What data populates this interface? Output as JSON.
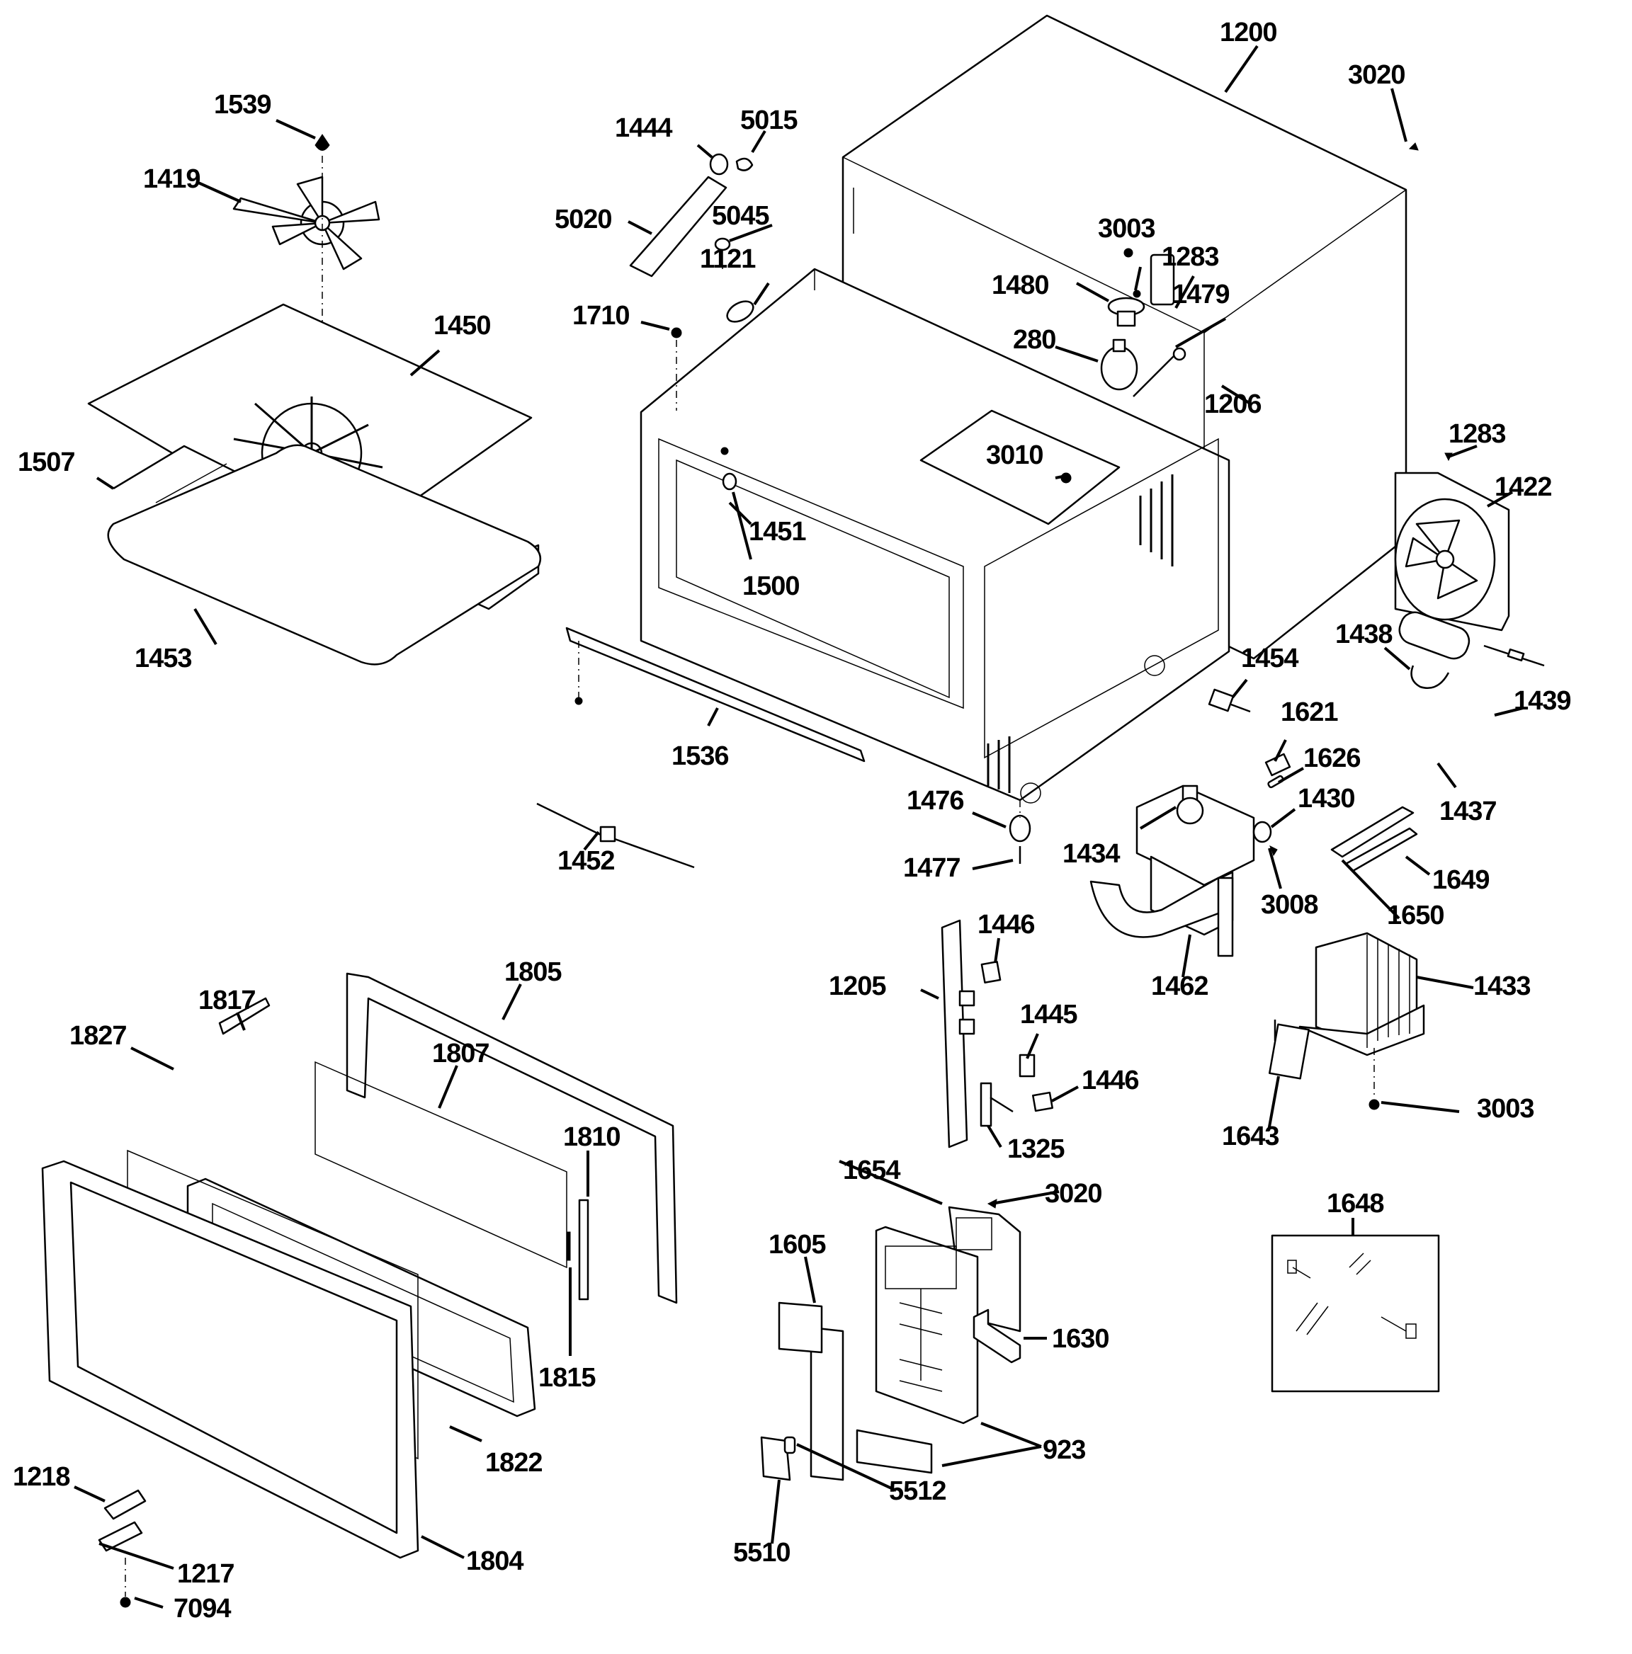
{
  "diagram": {
    "type": "exploded-parts-diagram",
    "subject": "microwave oven assembly",
    "parts": {
      "p1200": "1200",
      "p3020_top": "3020",
      "p1539": "1539",
      "p1419": "1419",
      "p1450": "1450",
      "p1507": "1507",
      "p1453": "1453",
      "p1444": "1444",
      "p5015": "5015",
      "p5020": "5020",
      "p5045": "5045",
      "p1121": "1121",
      "p1710": "1710",
      "p3003_top": "3003",
      "p1283_top": "1283",
      "p1480": "1480",
      "p1479": "1479",
      "p280": "280",
      "p1206": "1206",
      "p1283_right": "1283",
      "p1422": "1422",
      "p3010": "3010",
      "p1451": "1451",
      "p1500": "1500",
      "p1536": "1536",
      "p1452": "1452",
      "p1454": "1454",
      "p1438": "1438",
      "p1439": "1439",
      "p1437": "1437",
      "p1621": "1621",
      "p1626": "1626",
      "p1430": "1430",
      "p1476": "1476",
      "p1477": "1477",
      "p1434": "1434",
      "p3008": "3008",
      "p1649": "1649",
      "p1650": "1650",
      "p1446_a": "1446",
      "p1205": "1205",
      "p1462": "1462",
      "p1433": "1433",
      "p1445": "1445",
      "p1446_b": "1446",
      "p1325": "1325",
      "p3003_right": "3003",
      "p1643": "1643",
      "p1805": "1805",
      "p1817": "1817",
      "p1827": "1827",
      "p1807": "1807",
      "p1810": "1810",
      "p1815": "1815",
      "p1822": "1822",
      "p1218": "1218",
      "p1217": "1217",
      "p1804": "1804",
      "p7094": "7094",
      "p1654": "1654",
      "p3020_bottom": "3020",
      "p1648": "1648",
      "p1605": "1605",
      "p1630": "1630",
      "p923": "923",
      "p5512": "5512",
      "p5510": "5510"
    }
  }
}
